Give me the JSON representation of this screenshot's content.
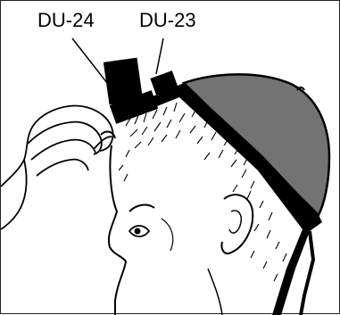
{
  "labels": {
    "du24": "DU-24",
    "du23": "DU-23"
  },
  "colors": {
    "cap_fill": "#737373",
    "ink": "#000000",
    "paper": "#ffffff"
  },
  "icons": {
    "hand": "hand-illustration",
    "head": "head-illustration"
  }
}
